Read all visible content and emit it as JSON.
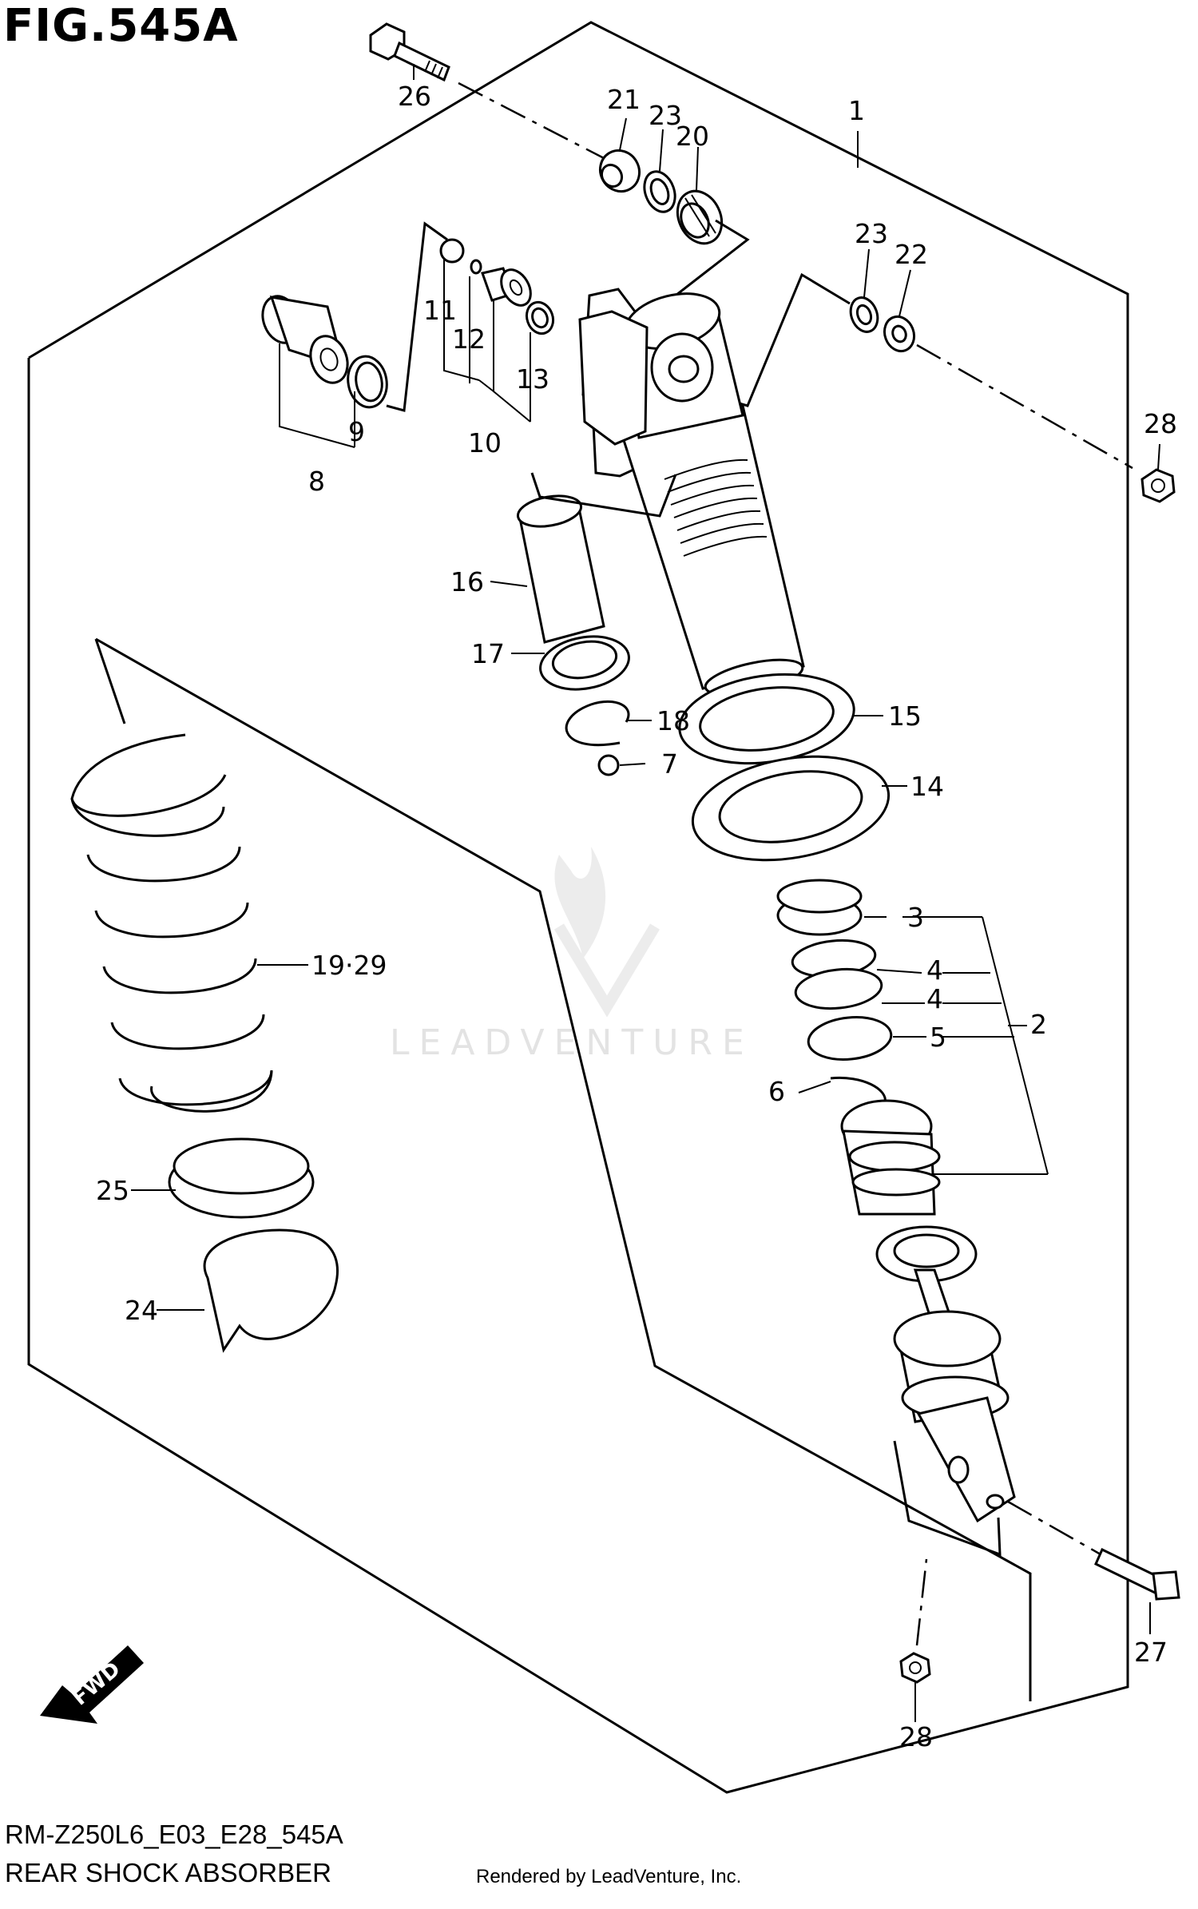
{
  "figure": {
    "title": "FIG.545A",
    "model_code": "RM-Z250L6_E03_E28_545A",
    "assembly_name": "REAR SHOCK ABSORBER",
    "rendered_by": "Rendered by LeadVenture, Inc.",
    "watermark": "LEADVENTURE",
    "direction_arrow": "FWD"
  },
  "callouts": {
    "c1": "1",
    "c2": "2",
    "c3": "3",
    "c4a": "4",
    "c4b": "4",
    "c5": "5",
    "c6": "6",
    "c7": "7",
    "c8": "8",
    "c9": "9",
    "c10": "10",
    "c11": "11",
    "c12": "12",
    "c13": "13",
    "c14": "14",
    "c15": "15",
    "c16": "16",
    "c17": "17",
    "c18": "18",
    "c19_29": "19·29",
    "c20": "20",
    "c21": "21",
    "c22": "22",
    "c23a": "23",
    "c23b": "23",
    "c24": "24",
    "c25": "25",
    "c26": "26",
    "c27": "27",
    "c28a": "28",
    "c28b": "28"
  },
  "colors": {
    "line": "#000000",
    "background": "#ffffff",
    "watermark": "#e3e3e3"
  }
}
